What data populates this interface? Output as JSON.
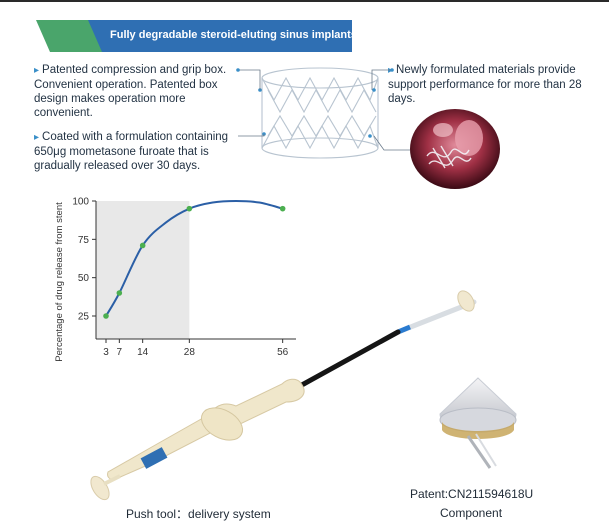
{
  "banner": {
    "title": "Fully degradable steroid-eluting sinus implants system",
    "color": "#2f6fb3",
    "accent": "#4aa56b"
  },
  "features": [
    {
      "text": "Patented compression and grip box. Convenient operation. Patented box design makes operation more convenient."
    },
    {
      "text": "Coated with a formulation containing 650μg mometasone furoate that is gradually released over 30 days."
    },
    {
      "text": "Newly formulated materials provide support performance for more than 28 days."
    }
  ],
  "chart_data": {
    "type": "line",
    "ylabel": "Percentage of drug release from stent",
    "xlabel": "",
    "x_ticks": [
      3,
      7,
      14,
      28,
      56
    ],
    "y_ticks": [
      25,
      50,
      75,
      100
    ],
    "xlim": [
      0,
      60
    ],
    "ylim": [
      10,
      100
    ],
    "shaded_region": [
      0,
      28
    ],
    "series": [
      {
        "x": [
          3,
          7,
          14,
          28,
          56
        ],
        "y": [
          25,
          40,
          71,
          95,
          95
        ]
      }
    ],
    "curve": {
      "x": [
        3,
        7,
        14,
        21,
        28,
        35,
        42,
        49,
        56
      ],
      "y": [
        25,
        40,
        71,
        86,
        95,
        99,
        100,
        99,
        95
      ]
    },
    "colors": {
      "line": "#2b5fa6",
      "point": "#4caf50",
      "shade": "#e8e8e8"
    }
  },
  "captions": {
    "push_tool": "Push tool：delivery system",
    "patent": "Patent:CN211594618U",
    "component": "Component"
  }
}
